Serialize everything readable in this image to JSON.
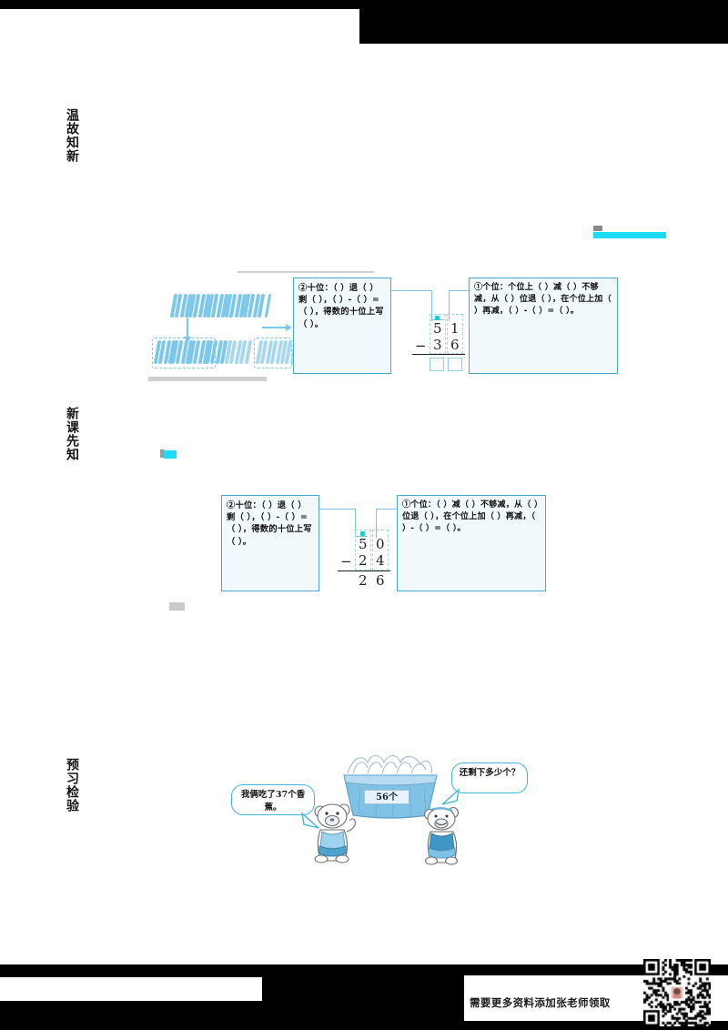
{
  "document": {
    "title": "二年级数学 退位减法 导学单",
    "background_color": "#000000",
    "paper_color": "#ffffff"
  },
  "section_tabs": [
    {
      "id": "review",
      "label": "温故知新",
      "name": "section-tab-review"
    },
    {
      "id": "preview",
      "label": "新课先知",
      "name": "section-tab-new-lesson"
    },
    {
      "id": "check",
      "label": "预习检验",
      "name": "section-tab-self-check"
    }
  ],
  "highlights": {
    "accent_color": "#1ddcf2",
    "marks": [
      "right-margin-bar",
      "left-small-mark-1",
      "left-small-mark-2"
    ]
  },
  "figure1": {
    "name": "regrouping-diagram-51-minus-36",
    "sticks": {
      "top_row_bundles": 5,
      "top_row_singles": 1,
      "bottom_row_bundles": 4,
      "bottom_row_loose_groups": 2,
      "down_arrow": "↓",
      "right_arrow": "→"
    },
    "box_tens": {
      "marker": "②",
      "text": "②十位：（  ）退（  ）剩（  ），（  ）-（  ）=（  ），得数的十位上写（  ）。"
    },
    "box_ones": {
      "marker": "①",
      "text": "①个位：个位上（  ）减（  ）不够减，从（  ）位退（  ），在个位上加（  ）再减，（  ）-（  ）=（  ）。"
    },
    "calculation": {
      "minuend_tens": "5",
      "minuend_ones": "1",
      "subtrahend_tens": "3",
      "subtrahend_ones": "6",
      "operator": "−",
      "result_tens": "",
      "result_ones": "",
      "borrow_dot": true
    }
  },
  "figure2": {
    "name": "regrouping-diagram-50-minus-24",
    "box_tens": {
      "marker": "②",
      "text": "②十位：（  ）退（  ）剩（  ），（  ）-（  ）=（  ），得数的十位上写（  ）。"
    },
    "box_ones": {
      "marker": "①",
      "text": "①个位：（  ）减（  ）不够减，从（  ）位退（  ），在个位上加（  ）再减，（  ）-（  ）=（  ）。"
    },
    "calculation": {
      "minuend_tens": "5",
      "minuend_ones": "0",
      "subtrahend_tens": "2",
      "subtrahend_ones": "4",
      "operator": "−",
      "result_tens": "2",
      "result_ones": "6",
      "borrow_dot": true
    }
  },
  "figure3": {
    "name": "word-problem-bananas",
    "bubble_left": "我俩吃了37个香蕉。",
    "bubble_right": "还剩下多少个？",
    "basket_label": "56个",
    "bear_left": "bear-left",
    "bear_right": "bear-right"
  },
  "promo": {
    "text": "需要更多资料添加张老师领取",
    "qr_name": "wechat-qr-code"
  }
}
